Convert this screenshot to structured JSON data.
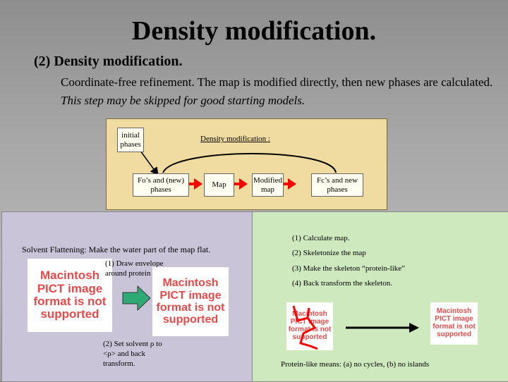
{
  "title": "Density modification.",
  "subtitle": "(2) Density modification.",
  "description": {
    "normal": "Coordinate-free refinement. The map is modified directly, then new phases are calculated.",
    "italic": "This step may be skipped for good starting models."
  },
  "flow": {
    "initial_phases": "initial phases",
    "dm_label": "Density modification :",
    "box_fo_new": "Fo’s and (new) phases",
    "box_map": "Map",
    "box_modified": "Modified map",
    "box_fc_new": "Fc’s and new phases"
  },
  "left_panel": {
    "heading": "Solvent Flattening: Make the water part of the map flat.",
    "step1": "(1) Draw envelope around protein part",
    "step2": "(2) Set solvent ρ to <ρ> and back transform.",
    "pict_text": "Macintosh PICT image format is not supported"
  },
  "right_panel": {
    "steps": [
      "(1) Calculate map.",
      "(2) Skeletonize the map",
      "(3) Make the skeleton “protein-like”",
      "(4) Back transform the skeleton."
    ],
    "pict_text": "Macintosh PICT image format is not supported",
    "footer": "Protein-like means: (a) no cycles, (b) no islands"
  },
  "colors": {
    "flow_bg": "#f0dba0",
    "arrow_red": "#ff0000",
    "arrow_green": "#2eaa77",
    "left_bg": "#cac4d9",
    "right_bg": "#cfe9bf"
  }
}
